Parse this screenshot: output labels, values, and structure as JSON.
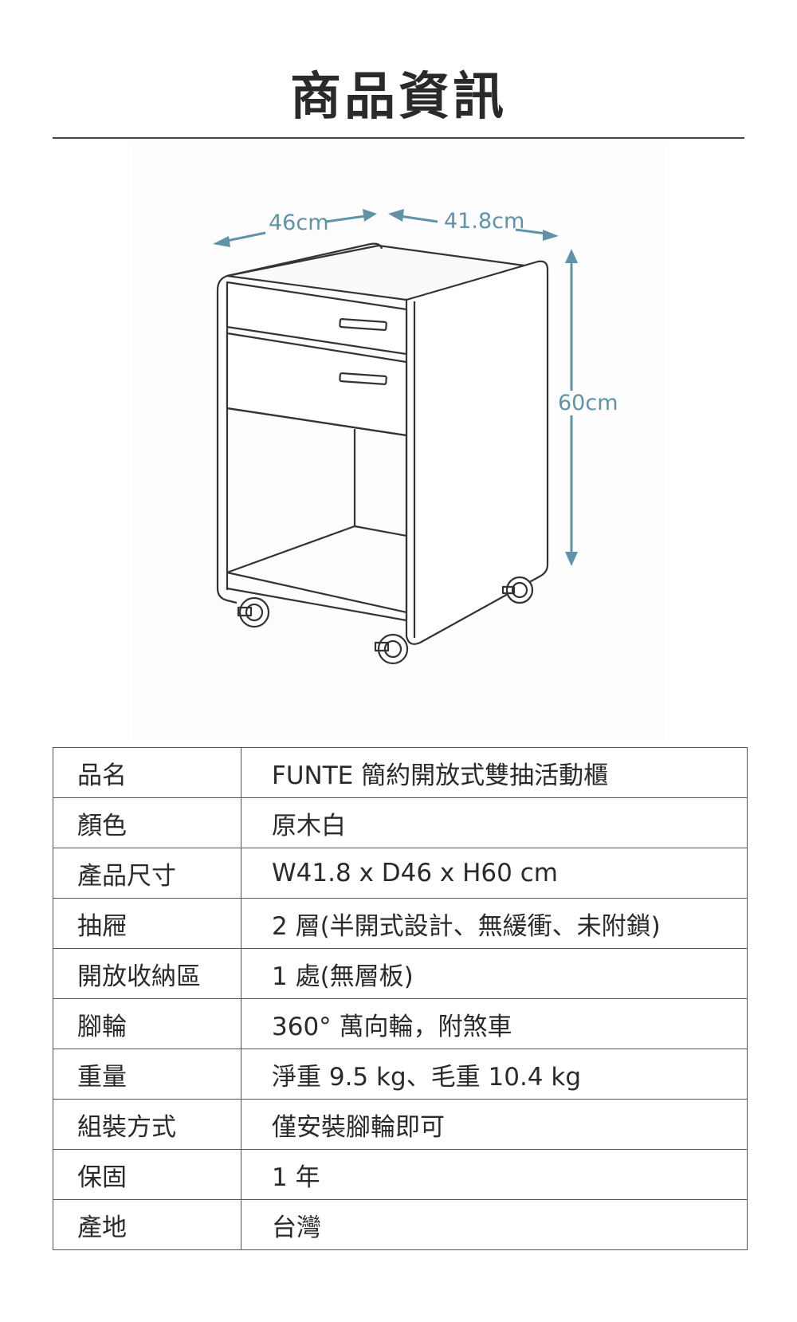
{
  "page_title": "商品資訊",
  "dimensions": {
    "width": "46cm",
    "depth": "41.8cm",
    "height": "60cm"
  },
  "colors": {
    "dimension_accent": "#5f93a8",
    "line": "#444444"
  },
  "specs": [
    {
      "label": "品名",
      "value": "FUNTE 簡約開放式雙抽活動櫃"
    },
    {
      "label": "顏色",
      "value": "原木白"
    },
    {
      "label": "產品尺寸",
      "value": "W41.8 x D46 x H60 cm"
    },
    {
      "label": "抽屜",
      "value": "2 層(半開式設計、無緩衝、未附鎖)"
    },
    {
      "label": "開放收納區",
      "value": "1 處(無層板)"
    },
    {
      "label": "腳輪",
      "value": "360° 萬向輪，附煞車"
    },
    {
      "label": "重量",
      "value": "淨重 9.5 kg、毛重 10.4 kg"
    },
    {
      "label": "組裝方式",
      "value": "僅安裝腳輪即可"
    },
    {
      "label": "保固",
      "value": "1 年"
    },
    {
      "label": "產地",
      "value": "台灣"
    }
  ]
}
